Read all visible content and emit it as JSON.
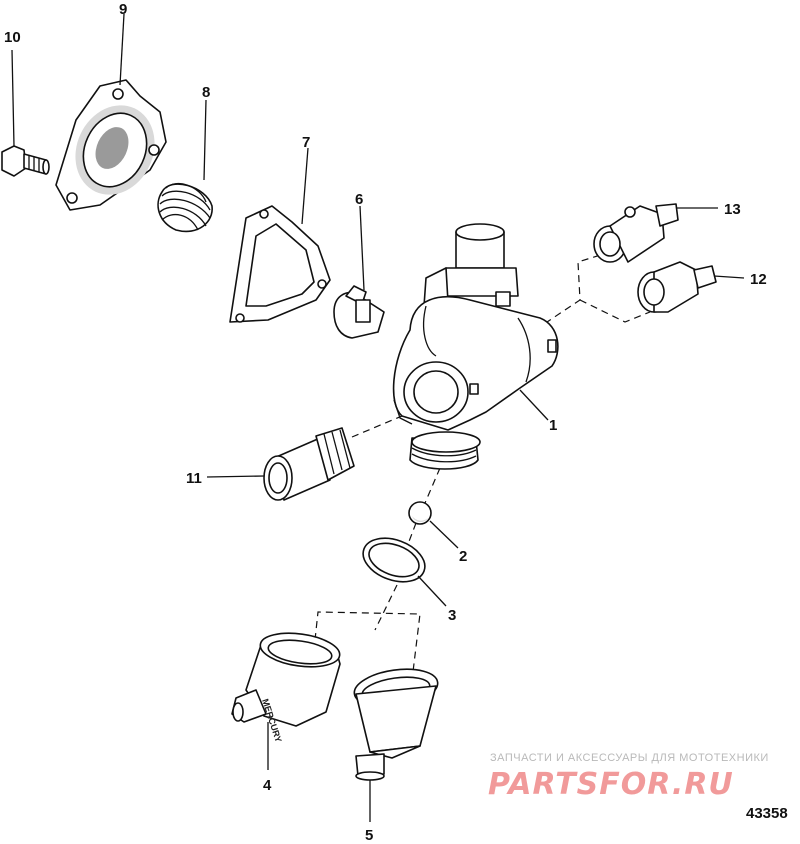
{
  "figure_number": "43358",
  "watermark": {
    "caption": "ЗАПЧАСТИ И АКСЕССУАРЫ ДЛЯ МОТОТЕХНИКИ",
    "logo_text": "PARTSFOR.RU"
  },
  "housing_label": "MERCURY",
  "callouts": {
    "c1": "1",
    "c2": "2",
    "c3": "3",
    "c4": "4",
    "c5": "5",
    "c6": "6",
    "c7": "7",
    "c8": "8",
    "c9": "9",
    "c10": "10",
    "c11": "11",
    "c12": "12",
    "c13": "13"
  },
  "colors": {
    "line": "#111111",
    "watermark_logo": "#f19a9a",
    "watermark_caption": "#b9b9b9"
  }
}
